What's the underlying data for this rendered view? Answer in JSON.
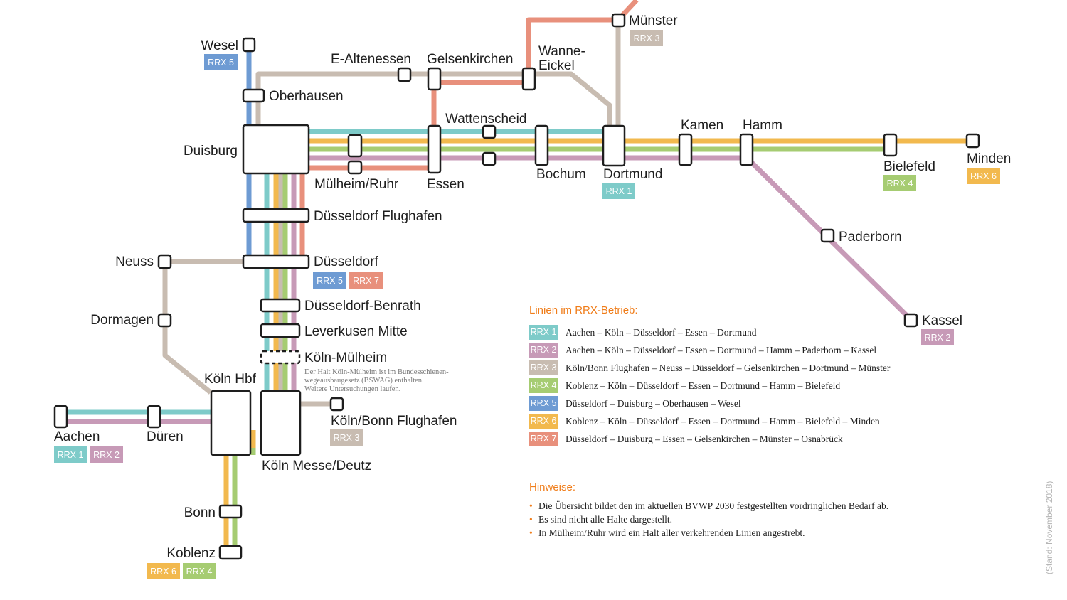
{
  "colors": {
    "RRX 1": "#7ecbc9",
    "RRX 2": "#c79ab7",
    "RRX 3": "#c8bcb1",
    "RRX 4": "#a6cc72",
    "RRX 5": "#6e9bd3",
    "RRX 6": "#f2b94e",
    "RRX 7": "#e8907c",
    "accent": "#f07d1a"
  },
  "stations": {
    "wesel": "Wesel",
    "e_altenessen": "E-Altenessen",
    "gelsenkirchen": "Gelsenkirchen",
    "wanne_1": "Wanne-",
    "wanne_2": "Eickel",
    "muenster": "Münster",
    "oberhausen": "Oberhausen",
    "wattenscheid": "Wattenscheid",
    "kamen": "Kamen",
    "hamm": "Hamm",
    "minden": "Minden",
    "duisburg": "Duisburg",
    "muelheim": "Mülheim/Ruhr",
    "essen": "Essen",
    "bochum": "Bochum",
    "dortmund": "Dortmund",
    "bielefeld": "Bielefeld",
    "paderborn": "Paderborn",
    "ddf_flughafen": "Düsseldorf Flughafen",
    "neuss": "Neuss",
    "duesseldorf": "Düsseldorf",
    "dormagen": "Dormagen",
    "benrath": "Düsseldorf-Benrath",
    "leverkusen": "Leverkusen Mitte",
    "koeln_muelheim": "Köln-Mülheim",
    "kassel": "Kassel",
    "koeln_hbf": "Köln Hbf",
    "aachen": "Aachen",
    "dueren": "Düren",
    "cgn_flughafen": "Köln/Bonn Flughafen",
    "messe": "Köln Messe/Deutz",
    "bonn": "Bonn",
    "koblenz": "Koblenz"
  },
  "badges": {
    "wesel": "RRX 5",
    "muenster": "RRX 3",
    "dortmund": "RRX 1",
    "bielefeld": "RRX 4",
    "minden": "RRX 6",
    "duesseldorf_1": "RRX 5",
    "duesseldorf_2": "RRX 7",
    "kassel": "RRX 2",
    "aachen_1": "RRX 1",
    "aachen_2": "RRX 2",
    "cgn_flughafen": "RRX 3",
    "koblenz_1": "RRX 6",
    "koblenz_2": "RRX 4"
  },
  "note": {
    "line1": "Der Halt Köln-Mülheim ist im Bundesschienen-",
    "line2": "wegeausbaugesetz (BSWAG) enthalten.",
    "line3": "Weitere Untersuchungen laufen."
  },
  "legend": {
    "title": "Linien im RRX-Betrieb:",
    "items": [
      {
        "badge": "RRX 1",
        "color": "#7ecbc9",
        "route": "Aachen – Köln – Düsseldorf – Essen – Dortmund"
      },
      {
        "badge": "RRX 2",
        "color": "#c79ab7",
        "route": "Aachen – Köln – Düsseldorf – Essen – Dortmund – Hamm – Paderborn – Kassel"
      },
      {
        "badge": "RRX 3",
        "color": "#c8bcb1",
        "route": "Köln/Bonn Flughafen – Neuss – Düsseldorf – Gelsenkirchen – Dortmund – Münster"
      },
      {
        "badge": "RRX 4",
        "color": "#a6cc72",
        "route": "Koblenz – Köln – Düsseldorf – Essen – Dortmund – Hamm – Bielefeld"
      },
      {
        "badge": "RRX 5",
        "color": "#6e9bd3",
        "route": "Düsseldorf – Duisburg – Oberhausen – Wesel"
      },
      {
        "badge": "RRX 6",
        "color": "#f2b94e",
        "route": "Koblenz – Köln – Düsseldorf – Essen – Dortmund – Hamm – Bielefeld – Minden"
      },
      {
        "badge": "RRX 7",
        "color": "#e8907c",
        "route": "Düsseldorf – Duisburg – Essen – Gelsenkirchen – Münster – Osnabrück"
      }
    ]
  },
  "hinweise": {
    "title": "Hinweise:",
    "items": [
      "Die Übersicht bildet den im aktuellen BVWP 2030 festgestellten vordringlichen Bedarf ab.",
      "Es sind nicht alle Halte dargestellt.",
      "In Mülheim/Ruhr wird ein Halt aller verkehrenden Linien angestrebt."
    ]
  },
  "stand": "(Stand: November 2018)"
}
